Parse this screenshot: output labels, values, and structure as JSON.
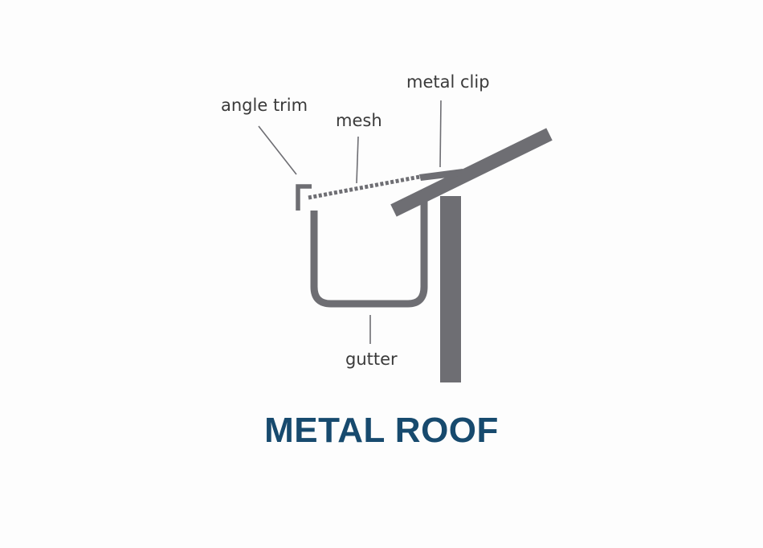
{
  "colors": {
    "background": "#fdfdfd",
    "structure": "#6e6e73",
    "leader_line": "#6e6e73",
    "label_text": "#3a3a3a",
    "title": "#174a6e"
  },
  "labels": {
    "angle_trim": "angle trim",
    "mesh": "mesh",
    "metal_clip": "metal clip",
    "gutter": "gutter"
  },
  "title": "METAL ROOF"
}
